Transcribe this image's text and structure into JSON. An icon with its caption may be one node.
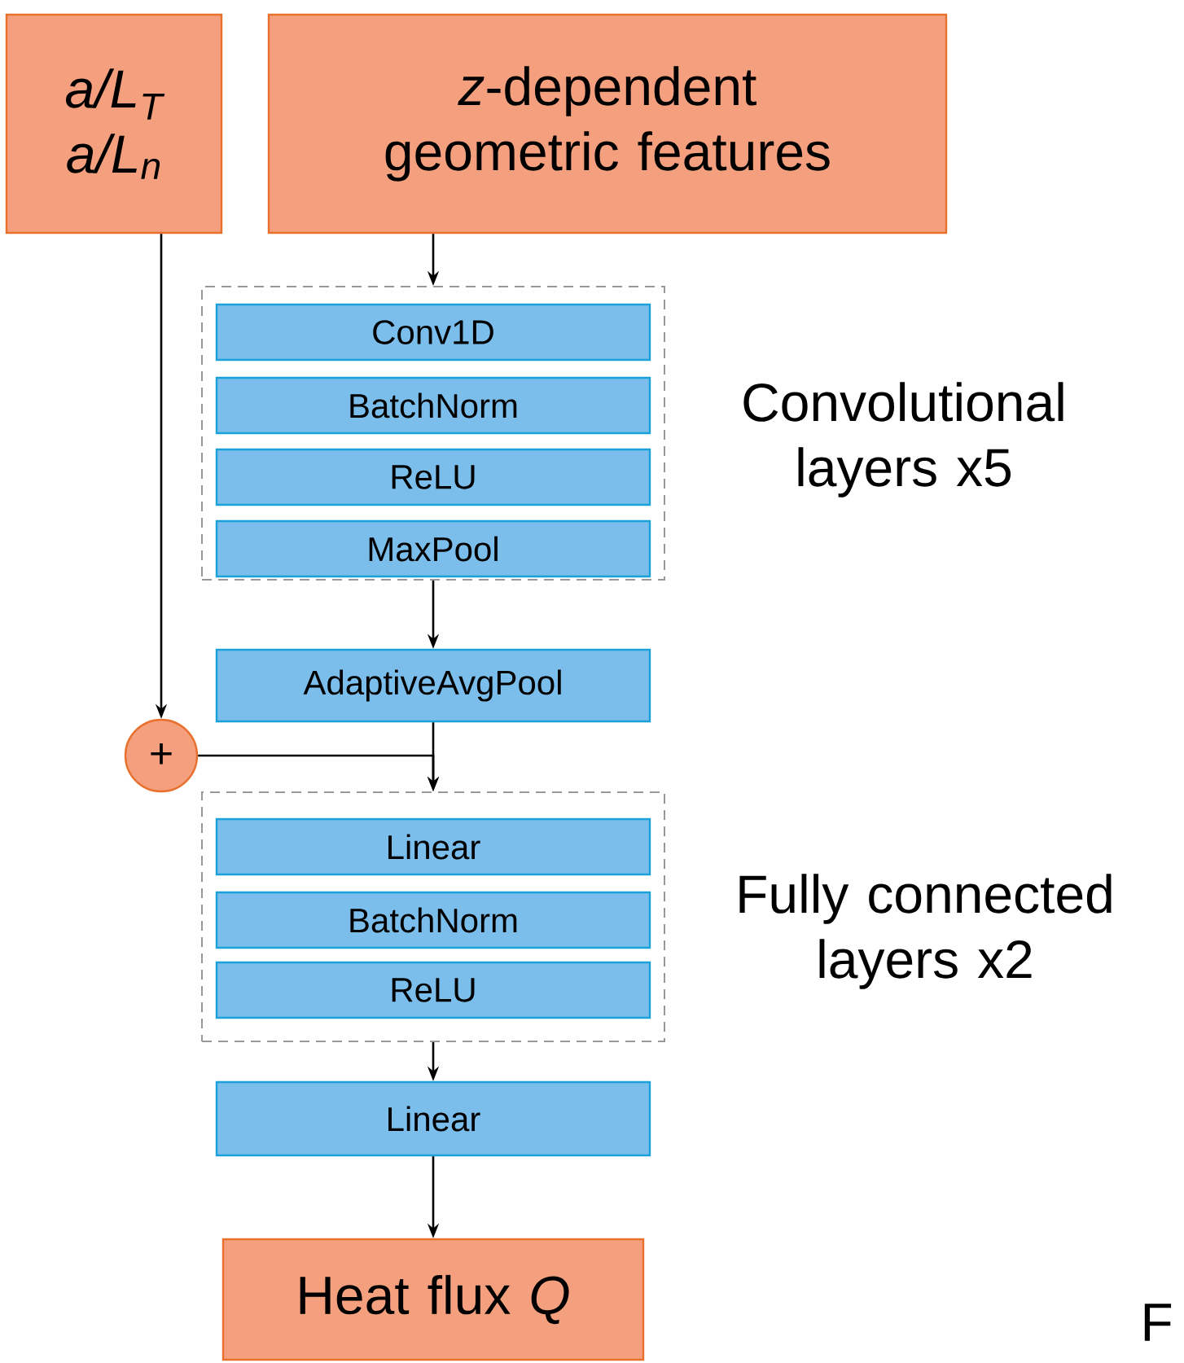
{
  "diagram": {
    "nodes": [
      {
        "text": [
          "a/L$_{T}$",
          "a/L$_{n}$"
        ]
      },
      {
        "text": [
          "*z*-dependent geometric features"
        ]
      },
      {
        "text": [
          "Convolutional layers x5"
        ]
      },
      {
        "text": [
          "Conv1D"
        ],
        "in": 2
      },
      {
        "text": [
          "BatchNorm"
        ],
        "in": 2
      },
      {
        "text": [
          "ReLU"
        ],
        "in": 2
      },
      {
        "text": [
          "MaxPool"
        ],
        "in": 2
      },
      {
        "text": [
          "AdaptiveAvgPool"
        ]
      },
      {
        "text": [
          "+"
        ]
      },
      {
        "text": [
          "Fully connected layers x2"
        ]
      },
      {
        "text": [
          "Linear"
        ],
        "in": 9
      },
      {
        "text": [
          "BatchNorm"
        ],
        "in": 9
      },
      {
        "text": [
          "ReLU"
        ],
        "in": 9
      },
      {
        "text": [
          "Linear"
        ]
      },
      {
        "text": [
          "Heat flux *Q*"
        ]
      }
    ],
    "edges": [
      {
        "from": 0,
        "to": 8,
        "arrow": "to"
      },
      {
        "from": 1,
        "to": 2,
        "arrow": "to"
      },
      {
        "from": 2,
        "to": 7,
        "arrow": "to"
      },
      {
        "from": 7,
        "to": 9,
        "arrow": "to"
      },
      {
        "from": 8,
        "to": 9,
        "arrow": "to"
      },
      {
        "from": 9,
        "to": 13,
        "arrow": "to"
      },
      {
        "from": 13,
        "to": 14,
        "arrow": "to"
      }
    ],
    "labels": [
      "F"
    ]
  }
}
